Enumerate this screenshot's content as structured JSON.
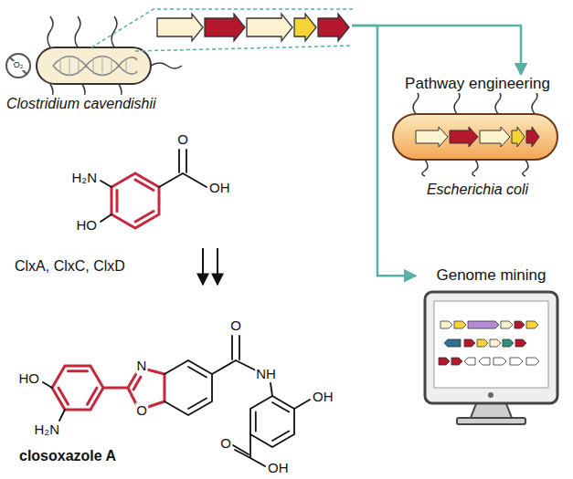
{
  "diagram": {
    "nodes": [
      {
        "text": [
          "Clostridium cavendishii"
        ]
      },
      {
        "text": [
          "Pathway engineering",
          "Escherichia coli"
        ]
      },
      {
        "text": [
          "Genome mining"
        ]
      }
    ],
    "edges": [
      {
        "from": 0,
        "to": 1,
        "arrow": "to"
      },
      {
        "from": 0,
        "to": 2,
        "arrow": "to"
      }
    ],
    "labels": [
      "O₂",
      "O",
      "OH",
      "H₂N",
      "HO",
      "ClxA, ClxC, ClxD",
      "O",
      "NH",
      "OH",
      "HO",
      "N",
      "O",
      "H₂N",
      "O",
      "OH",
      "closoxazole A"
    ]
  }
}
